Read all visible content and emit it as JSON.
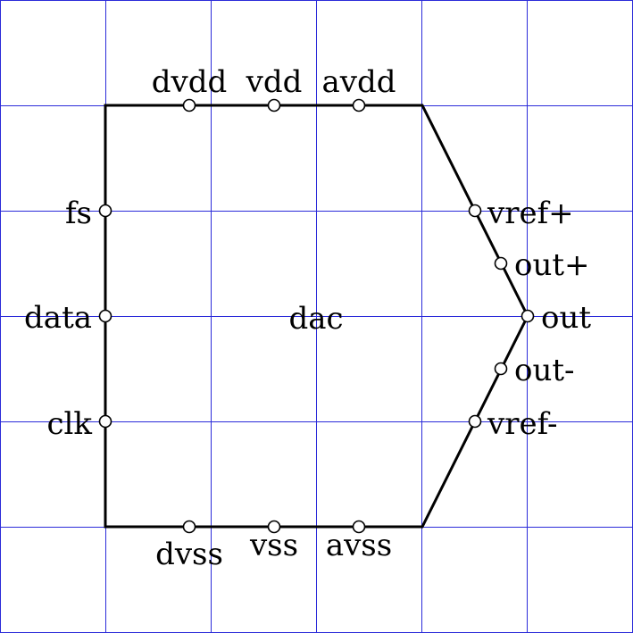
{
  "block_label": "dac",
  "colors": {
    "grid": "#2b2bd9",
    "outline": "#000000",
    "pin_fill": "#ffffff"
  },
  "pins": {
    "top": [
      "dvdd",
      "vdd",
      "avdd"
    ],
    "bottom": [
      "dvss",
      "vss",
      "avss"
    ],
    "left": [
      "fs",
      "data",
      "clk"
    ],
    "right": [
      "vref+",
      "out+",
      "out",
      "out-",
      "vref-"
    ]
  }
}
